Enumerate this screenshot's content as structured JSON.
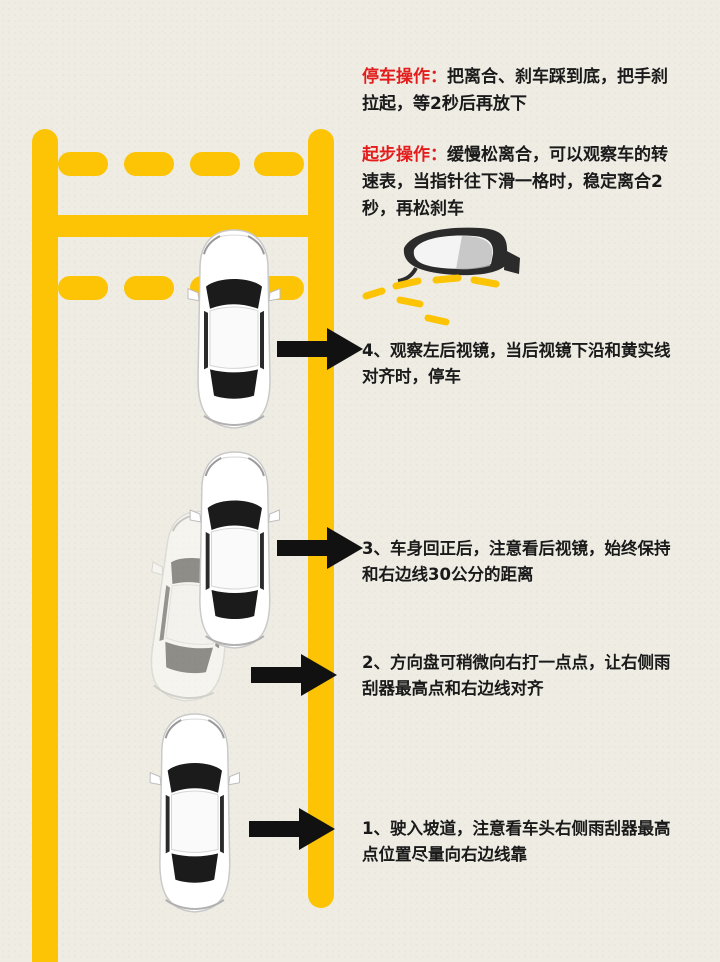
{
  "notes": {
    "parking": {
      "label": "停车操作：",
      "text": "把离合、刹车踩到底，把手刹拉起，等2秒后再放下"
    },
    "starting": {
      "label": "起步操作：",
      "text": "缓慢松离合，可以观察车的转速表，当指针往下滑一格时，稳定离合2秒，再松刹车"
    }
  },
  "steps": [
    {
      "text": "4、观察左后视镜，当后视镜下沿和黄实线对齐时，停车"
    },
    {
      "text": "3、车身回正后，注意看后视镜，始终保持和右边线30公分的距离"
    },
    {
      "text": "2、方向盘可稍微向右打一点点，让右侧雨刮器最高点和右边线对齐"
    },
    {
      "text": "1、驶入坡道，注意看车头右侧雨刮器最高点位置尽量向右边线靠"
    }
  ],
  "colors": {
    "road_line": "#fcc404",
    "label": "#e41c1c",
    "arrow": "#111111",
    "background": "#efece3"
  },
  "icons": {
    "mirror": "side-mirror-icon",
    "car": "car-top-view-icon"
  }
}
